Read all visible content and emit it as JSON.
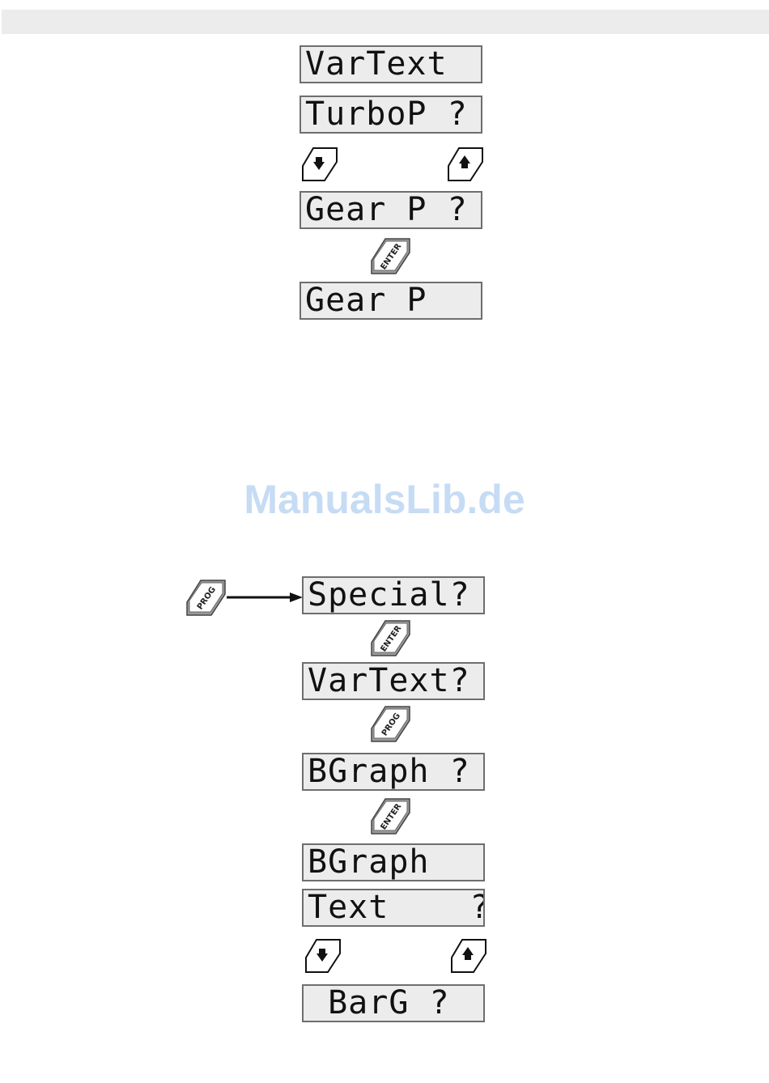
{
  "watermark": "ManualsLib.de",
  "flow_top": {
    "lcd1": "VarText",
    "lcd2": "TurboP ?",
    "lcd3": "Gear P ?",
    "lcd4": "Gear P"
  },
  "flow_bottom": {
    "lcd1": "Special?",
    "lcd2": "VarText?",
    "lcd3": "BGraph ?",
    "lcd4": "BGraph",
    "lcd5": "Text    ?",
    "lcd6": " BarG ?"
  },
  "keys": {
    "enter": "ENTER",
    "prog": "PROG"
  }
}
